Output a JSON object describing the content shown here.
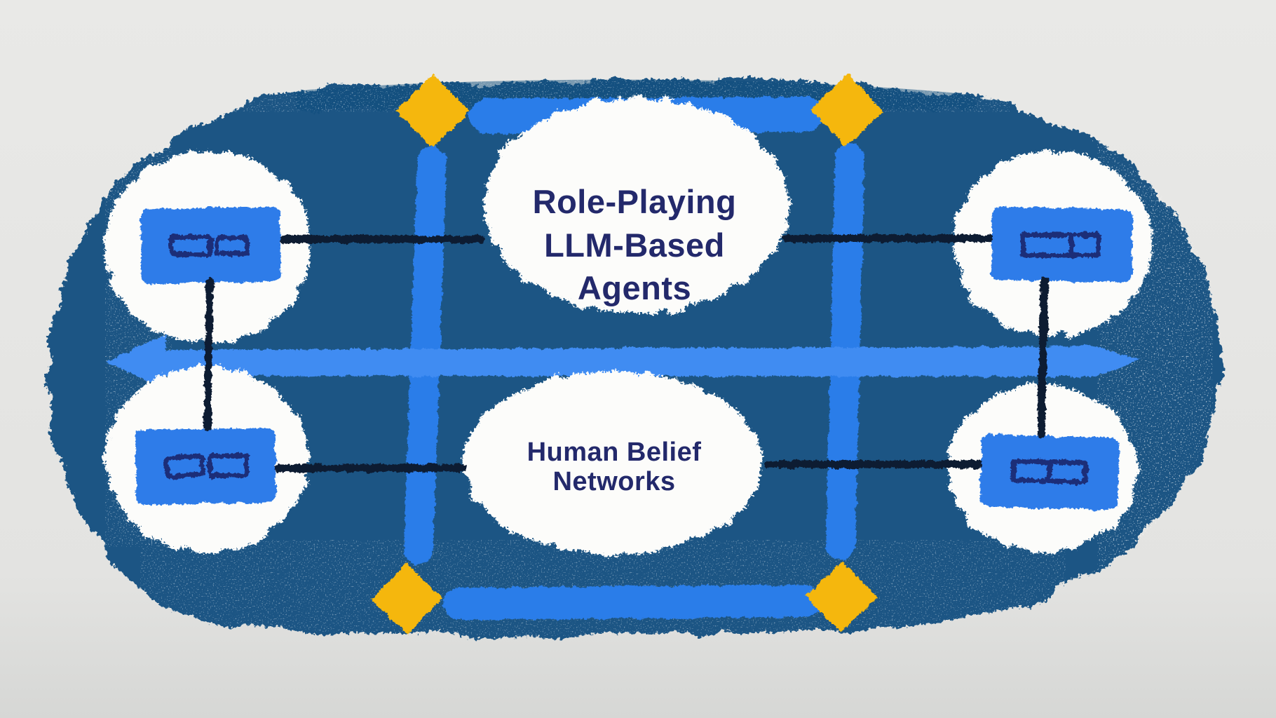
{
  "labels": {
    "agents": {
      "line1": "Role-Playing",
      "line2": "LLM-Based",
      "line3": "Agents"
    },
    "humans": {
      "line1": "Human Belief",
      "line2": "Networks"
    }
  },
  "icons": {
    "agent_chip": "chip-with-two-buttons",
    "human_chip": "chip-with-split-bar",
    "diamond": "diamond-connector",
    "arrow": "left-pointing-arrow"
  },
  "colors": {
    "background_top": "#e9e9e7",
    "background_mid": "#e3e3e1",
    "background_bottom": "#d6d7d5",
    "blob": "#1c5584",
    "blob_top_shade": "#114e7c",
    "grid_bar": "#2b7de9",
    "arrow": "#3f8cf2",
    "node_fill": "#2d7ce9",
    "diamond": "#f5b70d",
    "glyph_stroke": "#1e2d78",
    "connector": "#0d1a32",
    "shape_white": "#fcfcfa",
    "text": "#23296b"
  }
}
